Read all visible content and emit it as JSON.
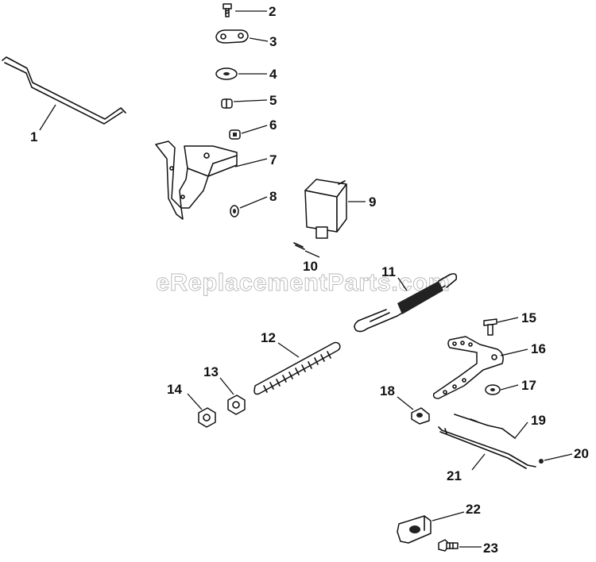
{
  "watermark": "eReplacementParts.com",
  "callouts": [
    "1",
    "2",
    "3",
    "4",
    "5",
    "6",
    "7",
    "8",
    "9",
    "10",
    "11",
    "12",
    "13",
    "14",
    "15",
    "16",
    "17",
    "18",
    "19",
    "20",
    "21",
    "22",
    "23"
  ]
}
